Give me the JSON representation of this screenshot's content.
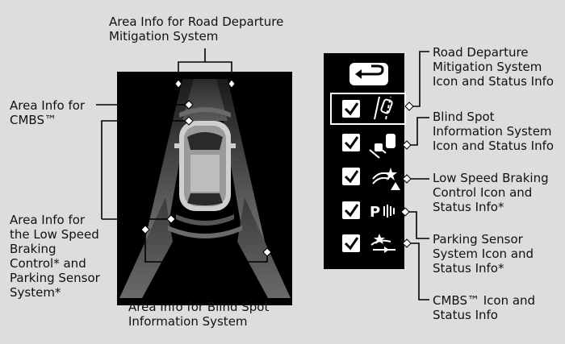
{
  "labels": {
    "road_departure_area": "Area Info for Road Departure\nMitigation System",
    "cmbs_area": "Area Info for\nCMBS™",
    "low_speed_area": "Area Info for\nthe Low Speed\nBraking\nControl* and\nParking Sensor\nSystem*",
    "blind_spot_area": "Area Info for Blind Spot\nInformation System",
    "road_departure_icon": "Road Departure\nMitigation System\nIcon and Status Info",
    "blind_spot_icon": "Blind Spot\nInformation System\nIcon and Status Info",
    "low_speed_icon": "Low Speed Braking\nControl Icon and\nStatus Info*",
    "parking_sensor_icon": "Parking Sensor\nSystem Icon and\nStatus Info*",
    "cmbs_icon": "CMBS™ Icon and\nStatus Info"
  },
  "status_panel": {
    "parking_icon_letter": "P",
    "checked": [
      true,
      true,
      true,
      true,
      true
    ]
  },
  "colors": {
    "background": "#dcdddd",
    "panel": "#000000",
    "zone": "#4a4a4a",
    "icon": "#ffffff"
  }
}
